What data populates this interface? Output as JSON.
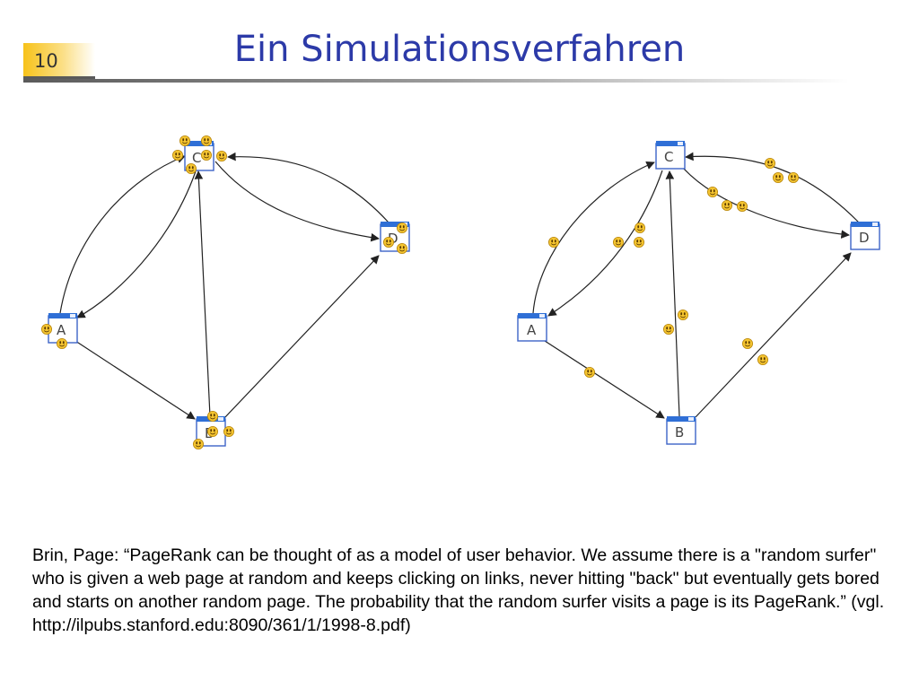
{
  "slide": {
    "number": "10",
    "title": "Ein Simulationsverfahren"
  },
  "left_graph": {
    "nodes": {
      "A": "A",
      "B": "B",
      "C": "C",
      "D": "D"
    }
  },
  "right_graph": {
    "nodes": {
      "A": "A",
      "B": "B",
      "C": "C",
      "D": "D"
    }
  },
  "quote": {
    "text": "Brin, Page: “PageRank can be thought of as a model of user behavior. We assume there is a \"random surfer\" who is given a web page at random and keeps clicking on links, never hitting \"back\" but eventually gets bored and starts on another random page. The probability that the random surfer visits a page is its PageRank.” (vgl.",
    "url": "http://ilpubs.stanford.edu:8090/361/1/1998-8.pdf)"
  },
  "icons": {
    "node": "browser-window-icon",
    "surfer": "smiley-icon"
  }
}
